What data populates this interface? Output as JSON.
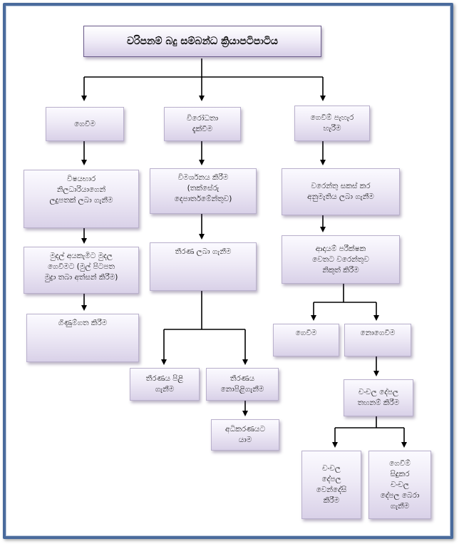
{
  "title": "වරිපනම් බදු සම්බන්ධ ක්‍රියාපටිපාටිය",
  "branches": {
    "collection": {
      "head": "ගෙවීම",
      "steps": [
        [
          "විෂයභාර",
          "නිලධාරියාගෙන්",
          "ලදුපතක් ලබා ගැනීම"
        ],
        [
          "මුදල් අයකැමිට මුදල",
          "ගෙවීමට (මුල් පිටපත",
          "මුද්‍රා තබා අත්සන් කිරීම)"
        ],
        [
          "ගිණුම්ගත කිරීම"
        ]
      ]
    },
    "objection": {
      "head": [
        "විරෝධතා",
        "දැක්වීම"
      ],
      "steps": [
        [
          "විමර්ශනය කිරීම",
          "(තක්සේරු",
          "දෙපාර්තමේන්තුව)"
        ],
        [
          "තීරණ ලබා ගැනීම"
        ]
      ],
      "accept": [
        "තීරණය පිළි",
        "ගැනීම"
      ],
      "reject": [
        "තීරණය",
        "නොපිළිගැනීම"
      ],
      "court": [
        "අධිකරණයට",
        "යාම"
      ]
    },
    "default": {
      "head": [
        "ගෙවීම් පැහැර",
        "හැරීම"
      ],
      "steps": [
        [
          "වරෙන්තු සකස් කර",
          "අනුමැතිය ලබා ගැනීම"
        ],
        [
          "ආදායම් පරීක්ෂක",
          "වෙතට වරෙන්තුව",
          "නිකුත් කිරීම"
        ]
      ],
      "paid": "ගෙවීම",
      "unpaid": "නොගෙවීම",
      "seize": [
        "චංචල දේපල",
        "තහනම් කිරීම"
      ],
      "sell": [
        "චංචල",
        "දේපල",
        "වෙන්දේසි",
        "කිරීම"
      ],
      "return": [
        "ගෙවීම්",
        "සිදුකර",
        "චංචල",
        "දේපල බෙරා",
        "ගැනීම"
      ]
    }
  }
}
